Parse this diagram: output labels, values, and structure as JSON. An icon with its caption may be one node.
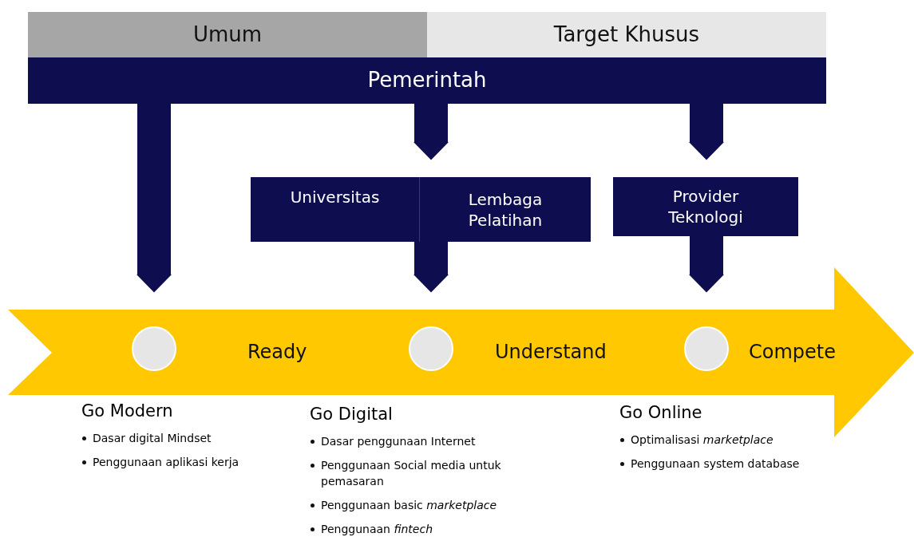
{
  "diagram": {
    "nodes": [
      {
        "text": [
          "Umum"
        ]
      },
      {
        "text": [
          "Target Khusus"
        ]
      },
      {
        "text": [
          "Pemerintah"
        ]
      },
      {
        "text": [
          "Universitas"
        ]
      },
      {
        "text": [
          "Lembaga Pelatihan"
        ]
      },
      {
        "text": [
          "Provider Teknologi"
        ]
      },
      {
        "text": [
          "Ready",
          "Understand",
          "Compete"
        ]
      },
      {
        "text": [],
        "shape": "circle",
        "in": 6
      },
      {
        "text": [],
        "shape": "circle",
        "in": 6
      },
      {
        "text": [],
        "shape": "circle",
        "in": 6
      }
    ],
    "edges": [
      {
        "from": 2,
        "to": 6,
        "arrow": "to"
      },
      {
        "from": 2,
        "to": 4,
        "arrow": "to"
      },
      {
        "from": 4,
        "to": 6,
        "arrow": "to"
      },
      {
        "from": 2,
        "to": 5,
        "arrow": "to"
      },
      {
        "from": 5,
        "to": 6,
        "arrow": "to"
      }
    ],
    "labels": [
      "Go Modern",
      "Dasar digital Mindset",
      "Penggunaan aplikasi kerja",
      "Go Digital",
      "Dasar penggunaan Internet",
      "Penggunaan Social media untuk pemasaran",
      "Penggunaan basic *marketplace*",
      "Penggunaan *fintech*",
      "Go Online",
      "Optimalisasi *marketplace*",
      "Penggunaan system database"
    ]
  }
}
